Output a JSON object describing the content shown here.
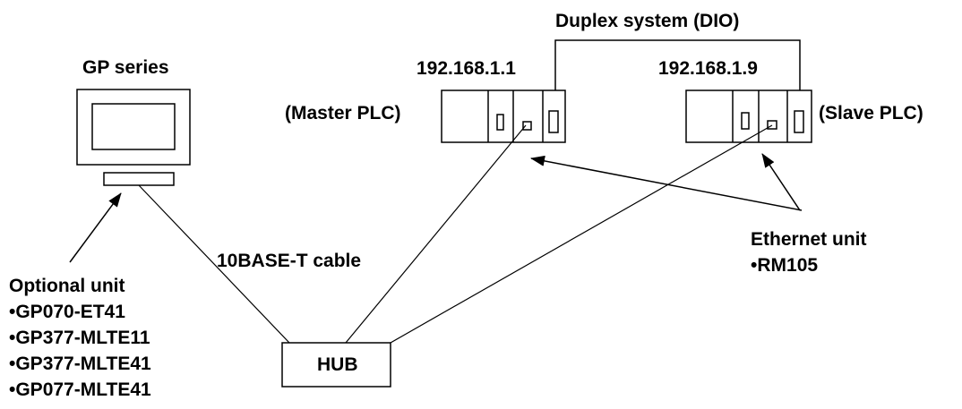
{
  "duplex_label": "Duplex system (DIO)",
  "gp": {
    "title": "GP series"
  },
  "master": {
    "ip": "192.168.1.1",
    "label": "(Master PLC)"
  },
  "slave": {
    "ip": "192.168.1.9",
    "label": "(Slave PLC)"
  },
  "cable_label": "10BASE-T cable",
  "hub_label": "HUB",
  "ethernet_unit": {
    "title": "Ethernet unit",
    "items": [
      "•RM105"
    ]
  },
  "optional_unit": {
    "title": "Optional unit",
    "items": [
      "•GP070-ET41",
      "•GP377-MLTE11",
      "•GP377-MLTE41",
      "•GP077-MLTE41"
    ]
  },
  "colors": {
    "stroke": "#000000",
    "background": "#ffffff"
  }
}
